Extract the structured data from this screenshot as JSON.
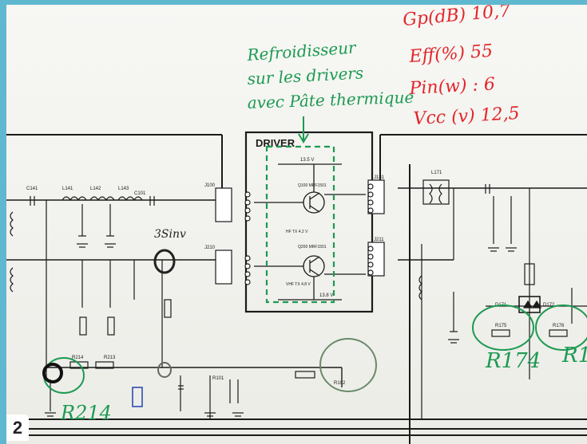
{
  "figure_number": "2",
  "schematic": {
    "block_label": "DRIVER",
    "voltage_top": "13.5 V",
    "voltage_bottom": "13.8 V",
    "label_hf_tx": "HF TX\n4.2 V",
    "label_vhf_tx": "VHF TX\n4.8 V",
    "q_top": "Q100\nMRF1501",
    "q_bottom": "Q200\nMRF1501",
    "labels": [
      "J100",
      "J210",
      "J181",
      "J211",
      "R214",
      "R213",
      "R101",
      "R102",
      "L171",
      "D171",
      "D172",
      "R175",
      "R176",
      "C101",
      "C141",
      "L141",
      "L142",
      "L143"
    ]
  },
  "annotations": {
    "green_note": [
      "Refroidisseur",
      "sur les drivers",
      "avec Pâte thermique"
    ],
    "red_lines": [
      "Gp(dB) 10,7",
      "Eff(%) 55",
      "Pin(w) : 6",
      "Vcc (v) 12,5"
    ],
    "label_3sinv": "3Sinv",
    "label_r214": "R214",
    "label_r174": "R174",
    "label_r1x": "R1"
  },
  "colors": {
    "paper": "#f3f3ef",
    "frame": "#5fb8cf",
    "ink_green": "#1c9a52",
    "ink_red": "#e2262a",
    "ink_black": "#1b1b1b",
    "ink_blue": "#2b4fb0"
  }
}
